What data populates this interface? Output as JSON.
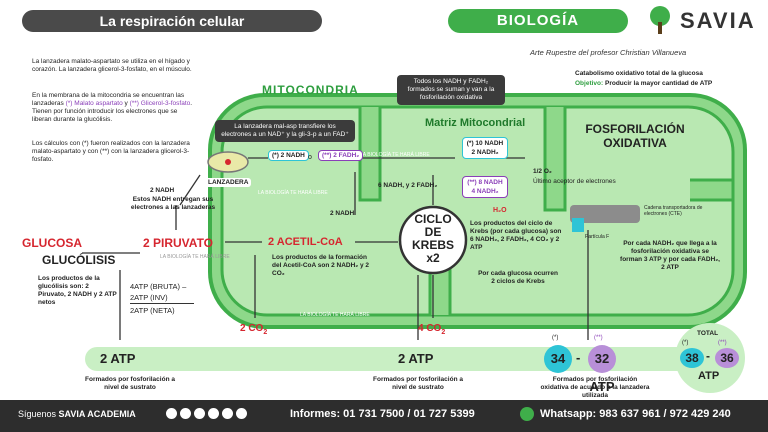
{
  "header": {
    "title": "La respiración celular",
    "subject": "BIOLOGÍA",
    "brand": "SAVIA",
    "author": "Arte Rupestre del profesor Christian Villanueva"
  },
  "left_notes": {
    "note1": "La lanzadera malato-aspartato se utiliza en el hígado y corazón. La lanzadera glicerol-3-fosfato, en el músculo.",
    "note2a": "En la membrana de la mitocondria se encuentran las lanzaderas ",
    "note2b": "(*) Malato aspartato",
    "note2c": " y ",
    "note2d": "(**) Glicerol-3-fosfato",
    "note2e": ". Tienen por función introducir los electrones que se liberan durante la glucólisis.",
    "note3": "Los cálculos con (*) fueron realizados con la lanzadera malato-aspartato y con (**) con la lanzadera glicerol-3-fosfato."
  },
  "labels": {
    "mitocondria": "MITOCONDRIA",
    "matriz": "Matriz Mitocondrial",
    "fosforilacion": "FOSFORILACIÓN OXIDATIVA",
    "lanzadera": "LANZADERA",
    "ciclo": "CICLO DE KREBS x2",
    "glucosa": "GLUCOSA",
    "glucolisis": "GLUCÓLISIS",
    "piruvato": "2 PIRUVATO",
    "acetil": "2 ACETIL-CoA",
    "co2_left": "2 CO",
    "co2_right": "4 CO",
    "watermark": "LA BIOLOGÍA TE HARÁ LIBRE",
    "catabolismo": "Catabolismo oxidativo total de la glucosa",
    "objetivo_label": "Objetivo:",
    "objetivo_text": " Producir la mayor cantidad de ATP"
  },
  "boxes": {
    "lanzadera_info": "La lanzadera mal-asp transfiere los electrones a un NAD⁺ y la gli-3-p a un FAD⁺",
    "nadh_info": "Todos los NADH y FADH₂ formados se suman y van a la fosforilación oxidativa",
    "nadh_star": "(*) 2 NADH",
    "fadh_star": "(**) 2 FADH₂",
    "o_word": "o",
    "nadh_entry": "2 NADH",
    "entry_text": "Estos NADH entregan sus electrones a las lanzaderas",
    "nadh_mito": "2 NADH",
    "krebs_out": "6 NADH, y 2 FADH₂",
    "m10": "(*) 10 NADH",
    "m2fadh": "2 NADH₂",
    "m8": "(**) 8 NADH",
    "m4": "4 NADH₂",
    "oxygen": "1/2 O₂",
    "oxygen_text": "Último aceptor de electrones",
    "water": "H₂O",
    "cte": "Cadena transportadora de electrones (CTE)",
    "particula": "Partícula F",
    "nadh_note": "Por cada NADH₂ que llega a la fosforilación oxidativa se forman 3 ATP y por cada FADH₂, 2 ATP",
    "krebs_note1": "Los productos del ciclo de Krebs (por cada glucosa) son 6 NADH₂, 2 FADH₂, 4 CO₂ y 2 ATP",
    "krebs_note2": "Por cada glucosa ocurren 2 ciclos de Krebs",
    "acetil_note": "Los productos de la formación del Acetil-CoA son 2 NADH₂ y 2 CO₂",
    "glucolisis_note": "Los productos de la glucólisis son: 2 Piruvato, 2 NADH y 2 ATP netos",
    "atp_bruta": "4ATP (BRUTA) –",
    "atp_inv": "2ATP (INV)",
    "atp_neta": "2ATP (NETA)"
  },
  "totals": {
    "atp1": "2 ATP",
    "atp1_note": "Formados por fosforilación a nivel de sustrato",
    "atp2": "2 ATP",
    "atp2_note": "Formados por fosforilación a nivel de sustrato",
    "star": "(*)",
    "dstar": "(**)",
    "n34": "34",
    "dash": "-",
    "n32": "32 ATP",
    "atp3_note": "Formados por fosforilación oxidativa de acuerdo a la lanzadera utilizada",
    "total_label": "TOTAL",
    "n38": "38",
    "n36": "36",
    "total_atp": "ATP"
  },
  "footer": {
    "follow": "Síguenos",
    "follow_brand": "SAVIA ACADEMIA",
    "informes": "Informes: 01 731 7500 / 01 727 5399",
    "whatsapp": "Whatsapp: 983 637 961 / 972 429 240"
  },
  "colors": {
    "green": "#3fae4a",
    "light_green": "#c9efc4",
    "red": "#d6262f",
    "purple": "#8a3fb8",
    "cyan": "#2ec4d6",
    "dark": "#3b3b3b"
  }
}
